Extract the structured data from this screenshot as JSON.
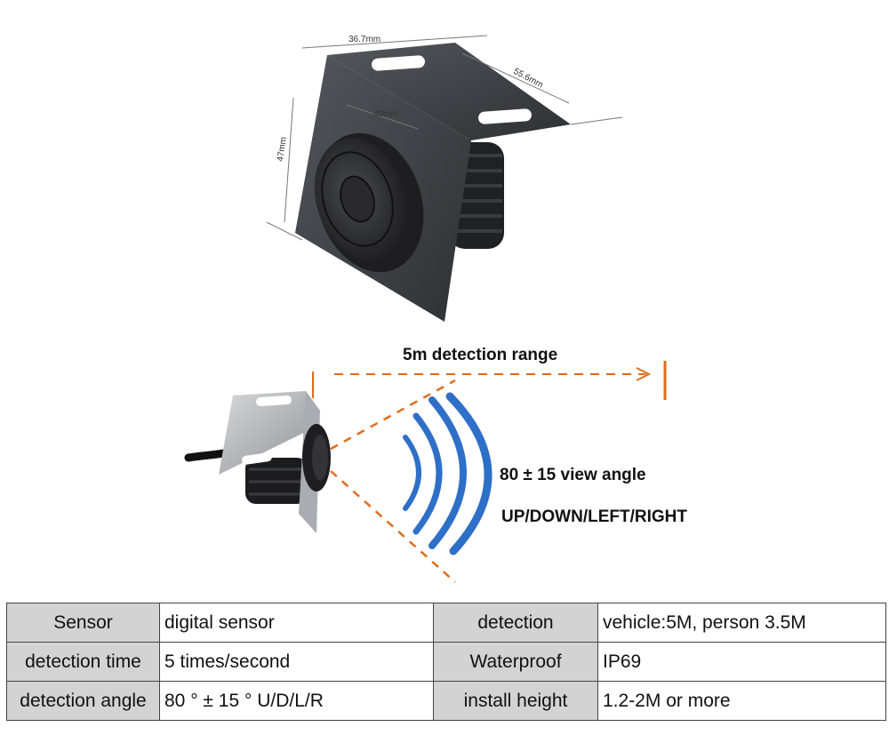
{
  "dimensions": {
    "top_width": "36.7mm",
    "depth": "55.6mm",
    "sensor_diameter": "40mm",
    "height": "47mm"
  },
  "annotations": {
    "range": "5m detection range",
    "view_angle": "80 ± 15 view angle",
    "directions": "UP/DOWN/LEFT/RIGHT"
  },
  "colors": {
    "bracket": "#3e3f44",
    "steel": "#b9bcbf",
    "wave": "#2e6fc7",
    "orange": "#e06c1c",
    "table_header_bg": "#d3d3d3"
  },
  "specs": {
    "rows": [
      {
        "k1": "Sensor",
        "v1": "digital sensor",
        "k2": "detection",
        "v2": "vehicle:5M, person 3.5M"
      },
      {
        "k1": "detection time",
        "v1": "5 times/second",
        "k2": "Waterproof",
        "v2": "IP69"
      },
      {
        "k1": "detection angle",
        "v1": "80 ° ± 15 ° U/D/L/R",
        "k2": "install height",
        "v2": "1.2-2M or more"
      }
    ]
  }
}
